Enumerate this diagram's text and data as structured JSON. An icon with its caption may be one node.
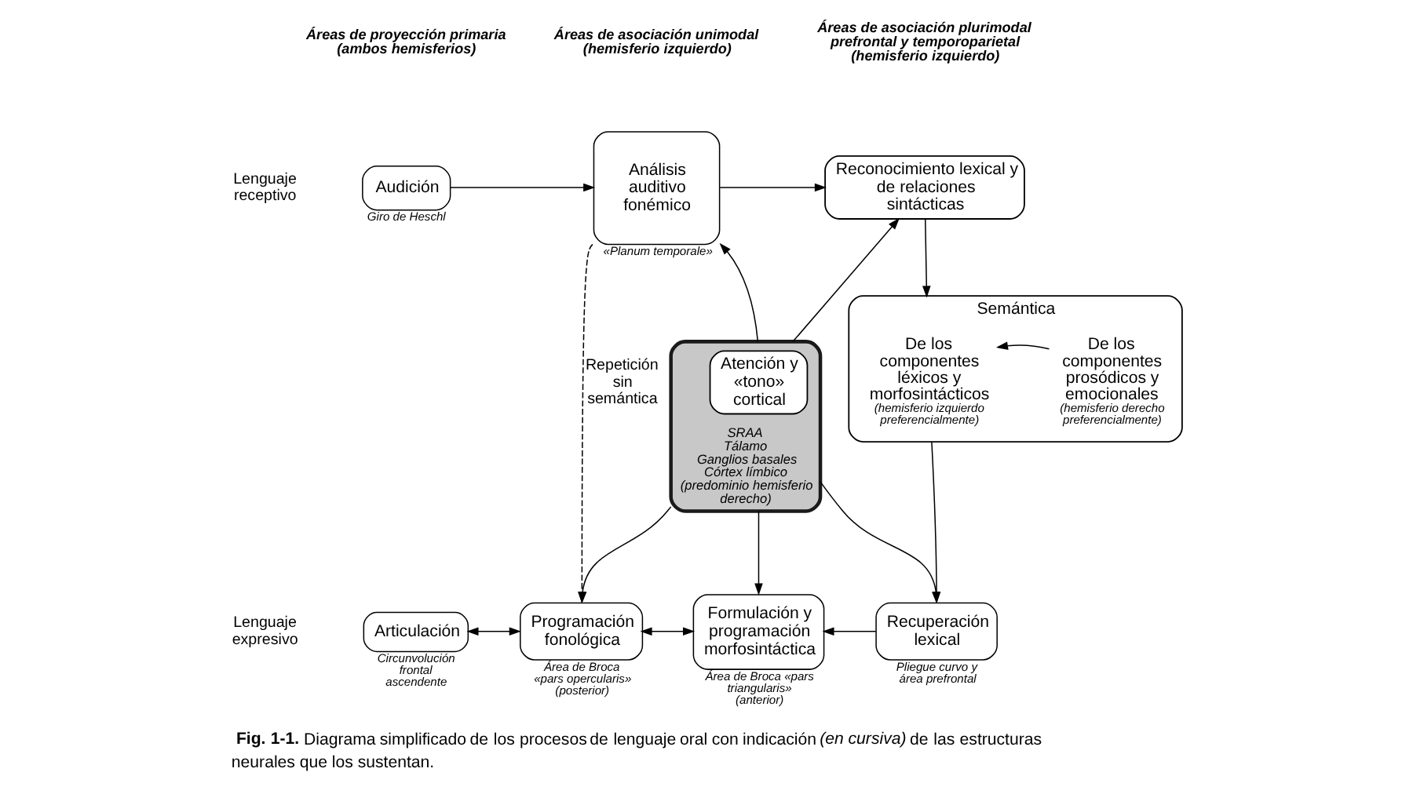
{
  "diagram": {
    "caption": "**Fig. 1-1.** Diagrama simplificado de los procesos de lenguaje oral con indicación *(en cursiva)* de las estructuras neurales que los sustentan.",
    "nodes": [
      {
        "text": [
          "Audición"
        ],
        "beside": [
          "Giro de Heschl"
        ]
      },
      {
        "text": [
          "Análisis auditivo fonémico"
        ],
        "beside": [
          "«Planum temporale»"
        ]
      },
      {
        "text": [
          "Reconocimiento lexical y de relaciones sintácticas"
        ]
      },
      {
        "text": [
          "Semántica"
        ]
      },
      {
        "text": [
          "De los componentes léxicos y morfosintácticos",
          "(hemisferio izquierdo preferencialmente)"
        ],
        "in": 3
      },
      {
        "text": [
          "De los componentes prosódicos y emocionales",
          "(hemisferio derecho preferencialmente)"
        ],
        "in": 3
      },
      {
        "text": [
          "SRAA",
          "Tálamo",
          "Ganglios basales",
          "Córtex límbico",
          "(predominio hemisferio derecho)"
        ]
      },
      {
        "text": [
          "Atención y «tono» cortical"
        ],
        "in": 6
      },
      {
        "text": [
          "Articulación"
        ],
        "beside": [
          "Circunvolución frontal ascendente"
        ]
      },
      {
        "text": [
          "Programación fonológica"
        ],
        "beside": [
          "Área de Broca «pars opercularis» (posterior)"
        ]
      },
      {
        "text": [
          "Formulación y programación morfosintáctica"
        ],
        "beside": [
          "Área de Broca «pars triangularis» (anterior)"
        ]
      },
      {
        "text": [
          "Recuperación lexical"
        ],
        "beside": [
          "Pliegue curvo y área prefrontal"
        ]
      }
    ],
    "edges": [
      {
        "from": 0,
        "to": 1,
        "arrow": "to"
      },
      {
        "from": 1,
        "to": 2,
        "arrow": "to"
      },
      {
        "from": 2,
        "to": 3,
        "arrow": "to"
      },
      {
        "from": 1,
        "to": 9,
        "arrow": "to",
        "style": "dashed",
        "label": "Repetición sin semántica"
      },
      {
        "from": 6,
        "to": 1,
        "arrow": "to"
      },
      {
        "from": 6,
        "to": 2,
        "arrow": "to"
      },
      {
        "from": 5,
        "to": 4,
        "arrow": "to"
      },
      {
        "from": 3,
        "to": 11,
        "arrow": "to"
      },
      {
        "from": 6,
        "to": 9,
        "arrow": "to"
      },
      {
        "from": 6,
        "to": 10,
        "arrow": "to"
      },
      {
        "from": 6,
        "to": 11,
        "arrow": "to"
      },
      {
        "from": 11,
        "to": 10,
        "arrow": "to"
      },
      {
        "from": 8,
        "to": 9,
        "arrow": "both"
      },
      {
        "from": 9,
        "to": 10,
        "arrow": "both"
      }
    ],
    "labels": [
      "Áreas de proyección primaria (ambos hemisferios)",
      "Áreas de asociación unimodal (hemisferio izquierdo)",
      "Áreas de asociación plurimodal prefrontal y temporoparietal (hemisferio izquierdo)",
      "Lenguaje receptivo",
      "Lenguaje expresivo"
    ]
  }
}
